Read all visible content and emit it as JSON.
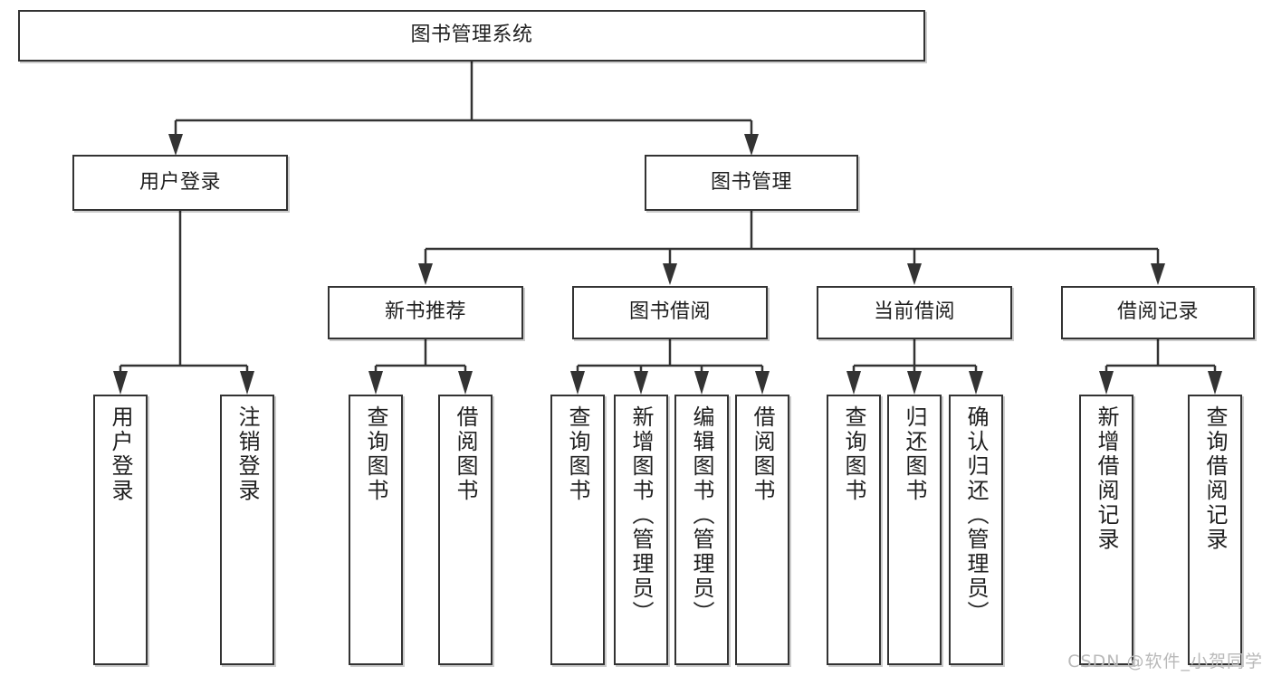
{
  "diagram": {
    "type": "tree",
    "title": "图书管理系统",
    "root": {
      "label": "图书管理系统"
    },
    "level2": [
      {
        "label": "用户登录"
      },
      {
        "label": "图书管理"
      }
    ],
    "level3": [
      {
        "label": "新书推荐"
      },
      {
        "label": "图书借阅"
      },
      {
        "label": "当前借阅"
      },
      {
        "label": "借阅记录"
      }
    ],
    "leaves": {
      "user_login": [
        {
          "label": "用户登录"
        },
        {
          "label": "注销登录"
        }
      ],
      "new_book_recommend": [
        {
          "label": "查询图书"
        },
        {
          "label": "借阅图书"
        }
      ],
      "book_borrow": [
        {
          "label": "查询图书"
        },
        {
          "label": "新增图书（管理员）"
        },
        {
          "label": "编辑图书（管理员）"
        },
        {
          "label": "借阅图书"
        }
      ],
      "current_borrow": [
        {
          "label": "查询图书"
        },
        {
          "label": "归还图书"
        },
        {
          "label": "确认归还（管理员）"
        }
      ],
      "borrow_record": [
        {
          "label": "新增借阅记录"
        },
        {
          "label": "查询借阅记录"
        }
      ]
    }
  },
  "watermark": {
    "text": "CSDN @软件_小贺同学"
  },
  "colors": {
    "border": "#333333",
    "background": "#ffffff",
    "text": "#1f1f1f",
    "watermark": "#b9b9b9"
  }
}
